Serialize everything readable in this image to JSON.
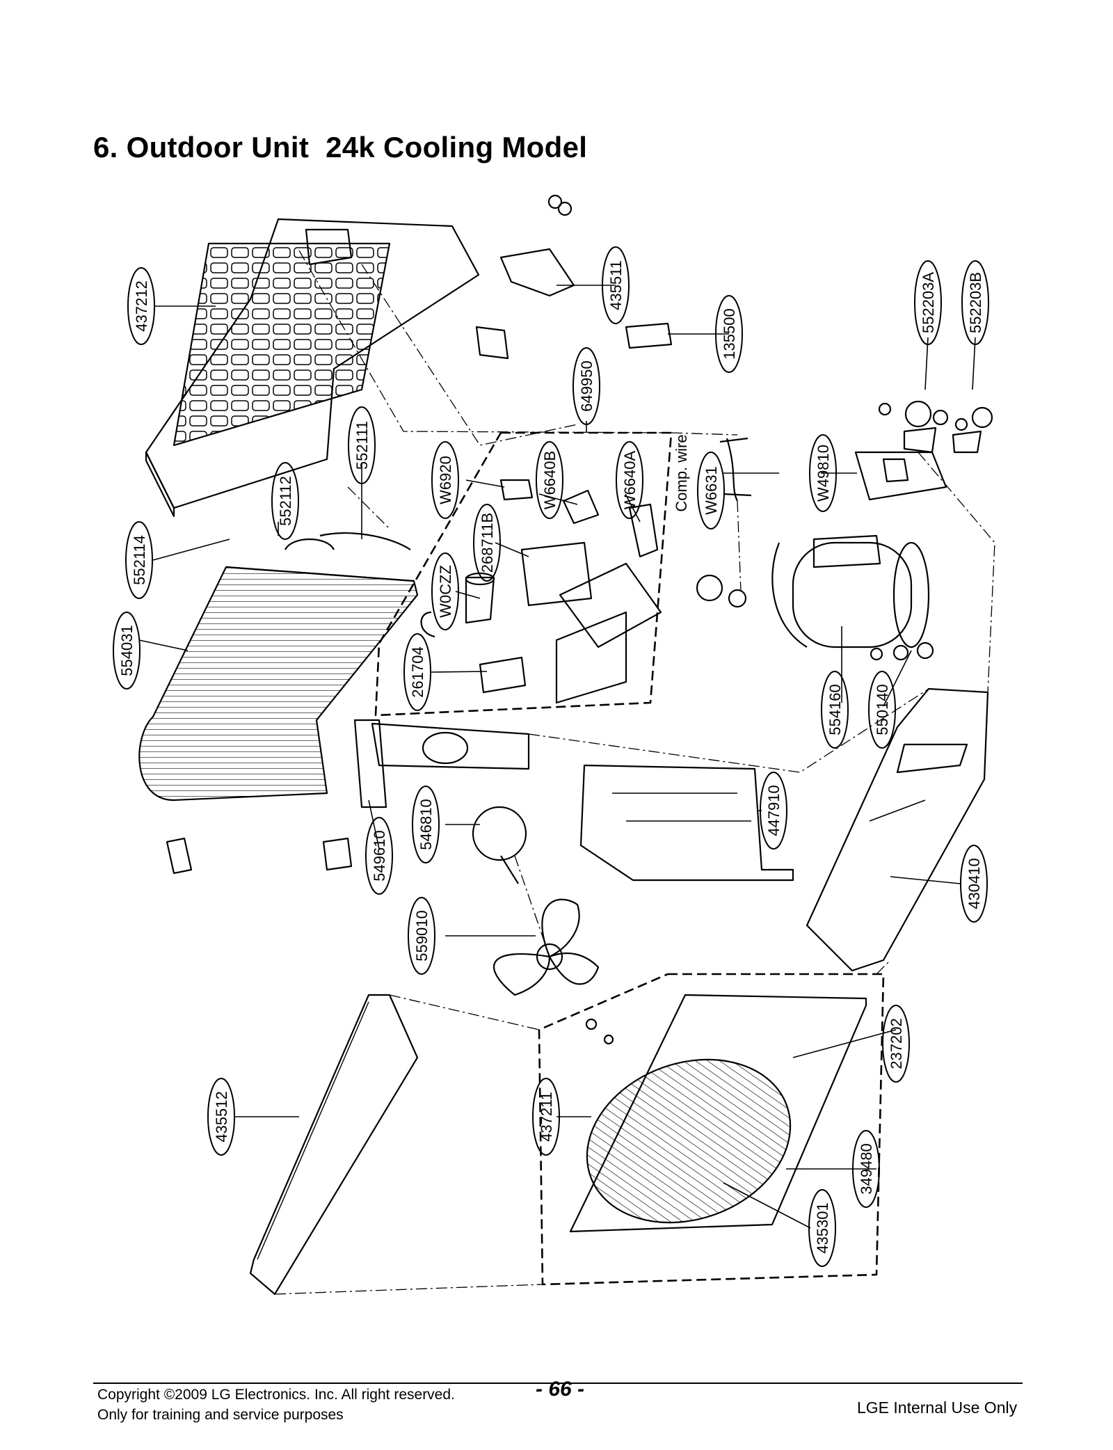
{
  "page_title": "6. Outdoor Unit  24k Cooling Model",
  "parts": {
    "p437212": "437212",
    "p435511": "435511",
    "p135500": "135500",
    "p552203A": "552203A",
    "p552203B": "552203B",
    "p649950": "649950",
    "p552111": "552111",
    "p552112": "552112",
    "p552114": "552114",
    "pW6920": "W6920",
    "pW6640B": "W6640B",
    "pW6640A": "W6640A",
    "pComp": "Comp. wire",
    "pW6631": "W6631",
    "pW49810": "W49810",
    "p268711B": "268711B",
    "pW0CZZ": "W0CZZ",
    "p554031": "554031",
    "p261704": "261704",
    "p554160": "554160",
    "p550140": "550140",
    "p447910": "447910",
    "p546810": "546810",
    "p549610": "549610",
    "p430410": "430410",
    "p559010": "559010",
    "p237202": "237202",
    "p435512": "435512",
    "p437211": "437211",
    "p349480": "349480",
    "p435301": "435301"
  },
  "footer": {
    "copyright_line1": "Copyright ©2009 LG Electronics. Inc. All right reserved.",
    "copyright_line2": "Only for training and service purposes",
    "page_number": "- 66 -",
    "internal_use": "LGE Internal Use Only"
  }
}
